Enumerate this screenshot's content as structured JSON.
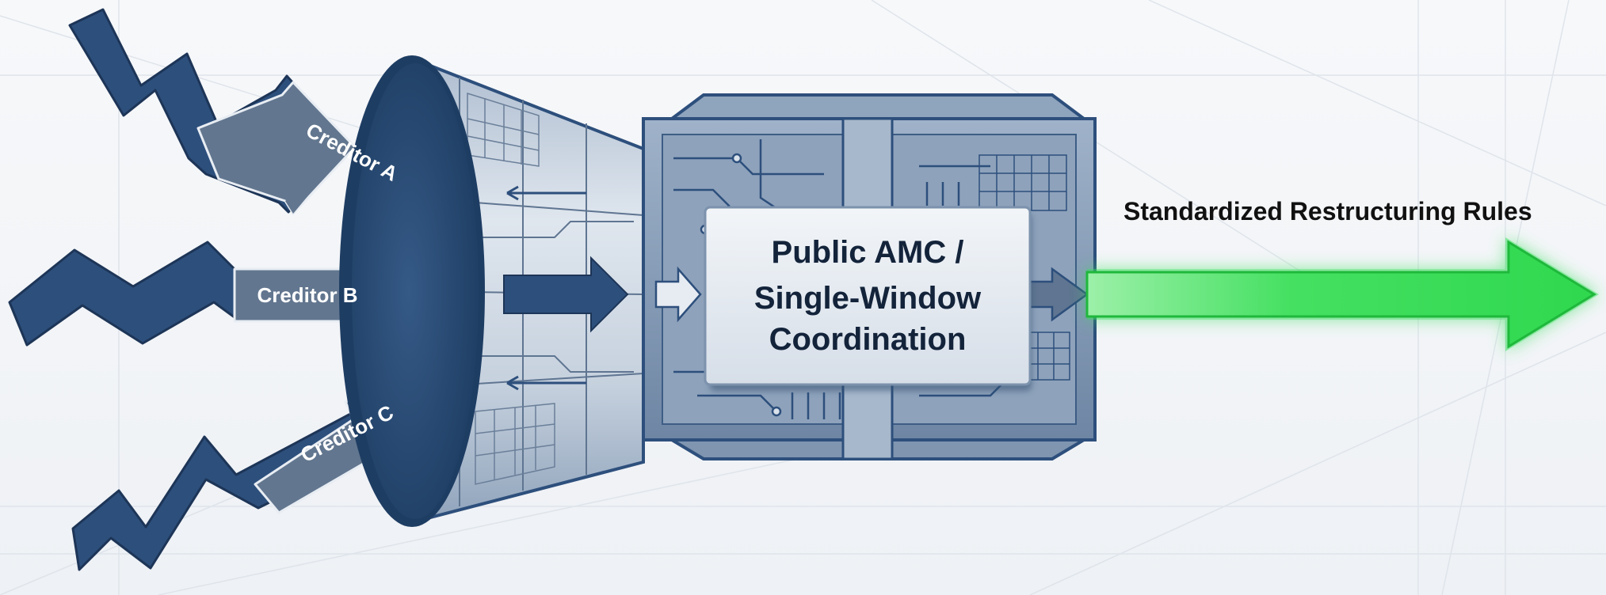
{
  "inputs": [
    {
      "label": "Creditor A"
    },
    {
      "label": "Creditor B"
    },
    {
      "label": "Creditor C"
    }
  ],
  "hub": {
    "line1": "Public AMC /",
    "line2": "Single-Window",
    "line3": "Coordination"
  },
  "output": {
    "label": "Standardized Restructuring Rules"
  },
  "colors": {
    "navy": "#2d4f7c",
    "steel": "#5f7591",
    "output_green": "#35e05a"
  }
}
